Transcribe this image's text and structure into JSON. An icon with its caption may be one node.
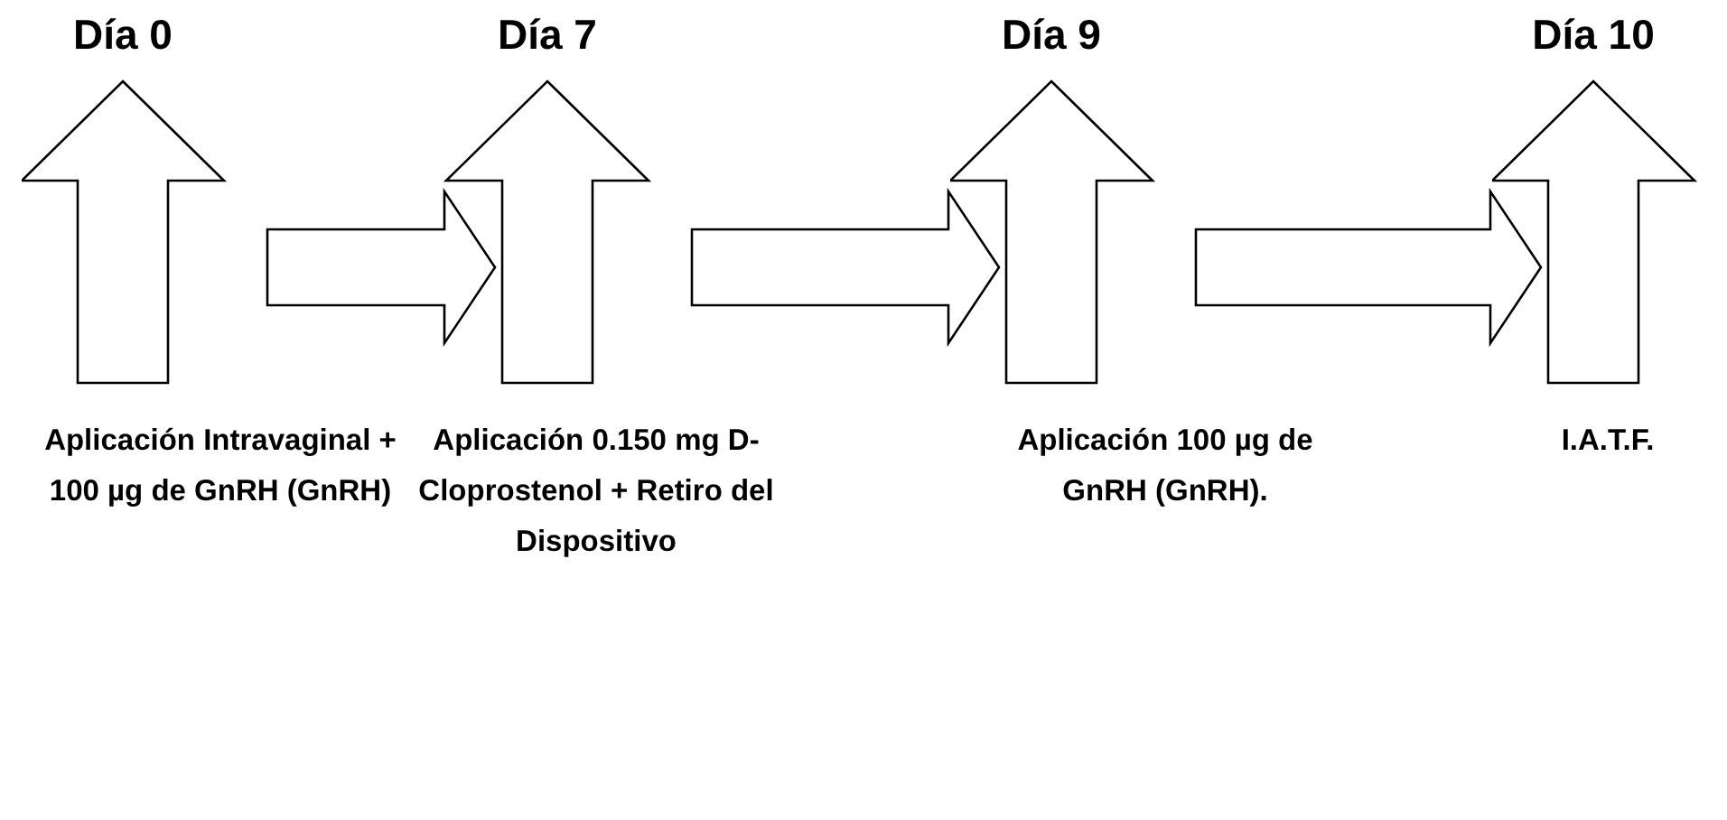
{
  "diagram": {
    "nodes": [
      {
        "text": [
          "Día 0",
          "Aplicación Intravaginal + 100 µg de GnRH (GnRH)"
        ]
      },
      {
        "text": [
          "Día 7",
          "Aplicación 0.150 mg D- Cloprostenol + Retiro del Dispositivo"
        ]
      },
      {
        "text": [
          "Día 9",
          "Aplicación 100 µg de GnRH (GnRH)."
        ]
      },
      {
        "text": [
          "Día 10",
          "I.A.T.F."
        ]
      }
    ],
    "edges": [
      {
        "from": 0,
        "to": 1,
        "arrow": "to"
      },
      {
        "from": 1,
        "to": 2,
        "arrow": "to"
      },
      {
        "from": 2,
        "to": 3,
        "arrow": "to"
      }
    ]
  }
}
